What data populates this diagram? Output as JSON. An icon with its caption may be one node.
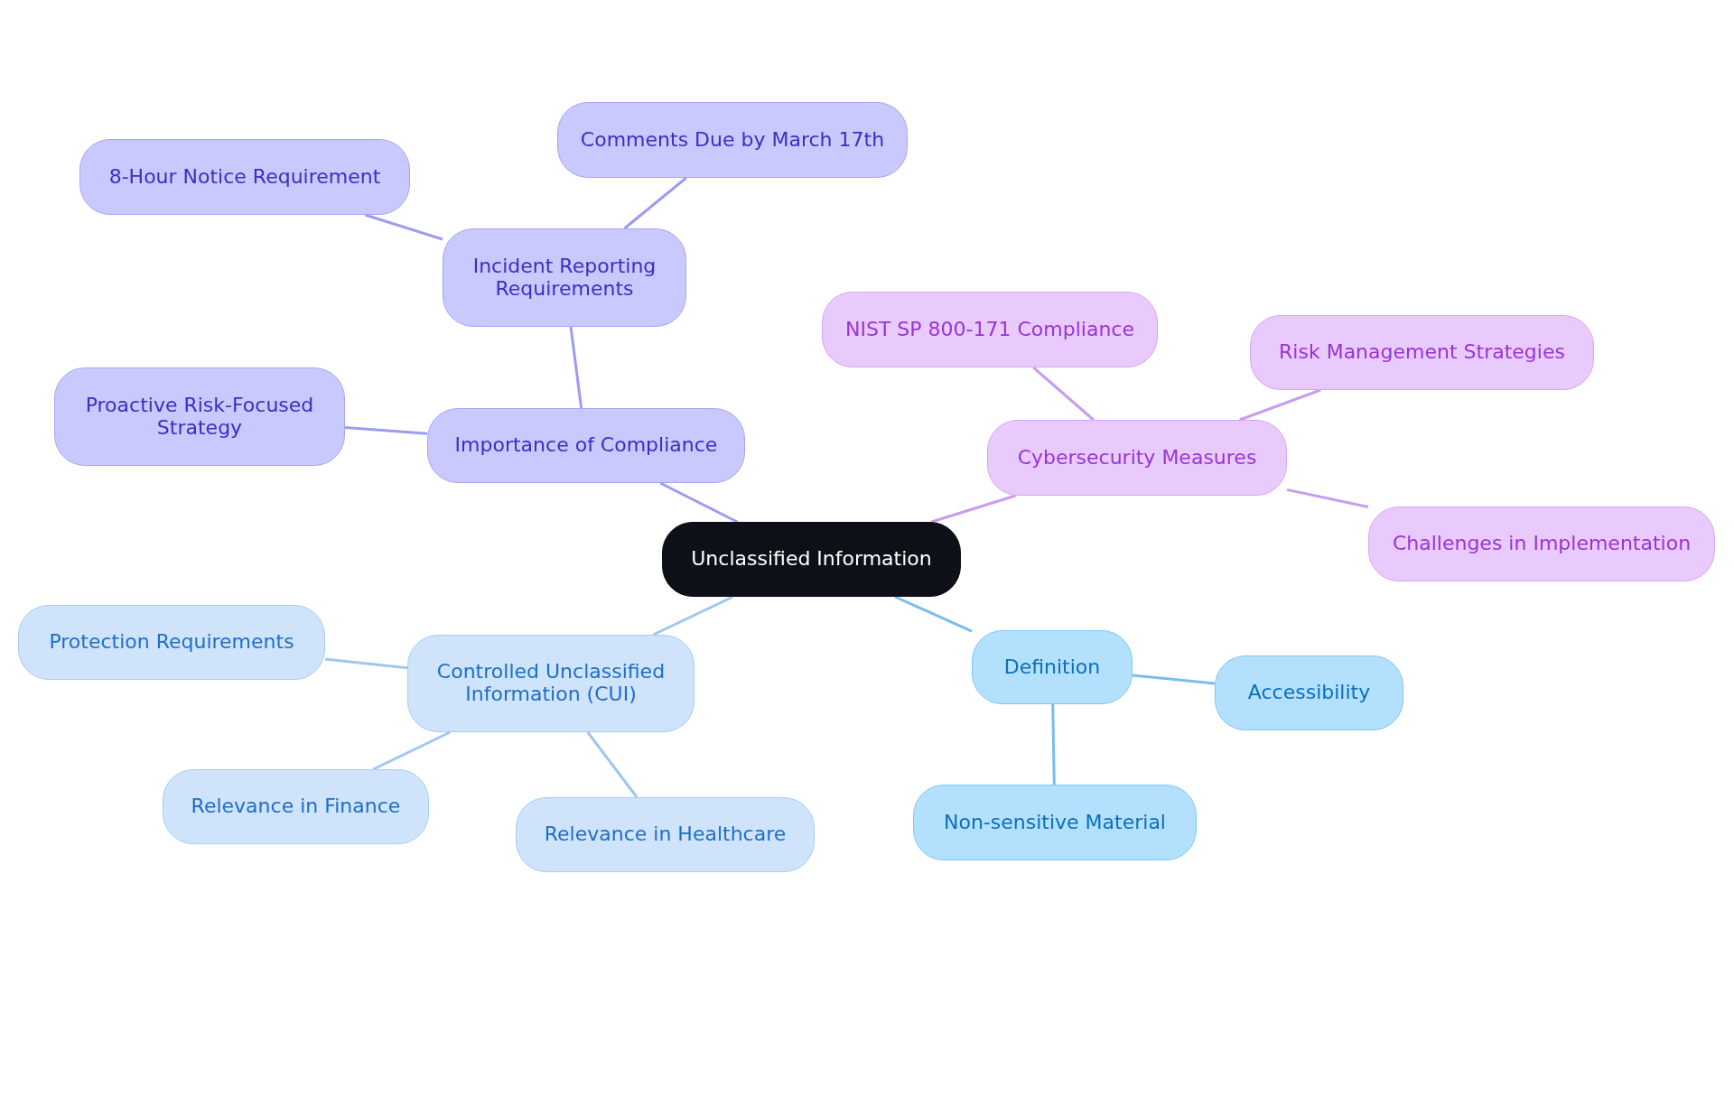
{
  "diagram": {
    "nodes": [
      {
        "text": [
          "Unclassified Information"
        ]
      },
      {
        "text": [
          "Importance of Compliance"
        ]
      },
      {
        "text": [
          "Incident Reporting Requirements"
        ]
      },
      {
        "text": [
          "Comments Due by March 17th"
        ]
      },
      {
        "text": [
          "8-Hour Notice Requirement"
        ]
      },
      {
        "text": [
          "Proactive Risk-Focused Strategy"
        ]
      },
      {
        "text": [
          "Cybersecurity Measures"
        ]
      },
      {
        "text": [
          "NIST SP 800-171 Compliance"
        ]
      },
      {
        "text": [
          "Risk Management Strategies"
        ]
      },
      {
        "text": [
          "Challenges in Implementation"
        ]
      },
      {
        "text": [
          "Controlled Unclassified Information (CUI)"
        ]
      },
      {
        "text": [
          "Protection Requirements"
        ]
      },
      {
        "text": [
          "Relevance in Finance"
        ]
      },
      {
        "text": [
          "Relevance in Healthcare"
        ]
      },
      {
        "text": [
          "Definition"
        ]
      },
      {
        "text": [
          "Accessibility"
        ]
      },
      {
        "text": [
          "Non-sensitive Material"
        ]
      }
    ],
    "edges": [
      {
        "from": 0,
        "to": 1,
        "arrow": "none",
        "color": "#9c9cf0"
      },
      {
        "from": 1,
        "to": 2,
        "arrow": "none",
        "color": "#9c9cf0"
      },
      {
        "from": 2,
        "to": 3,
        "arrow": "none",
        "color": "#9c9cf0"
      },
      {
        "from": 2,
        "to": 4,
        "arrow": "none",
        "color": "#9c9cf0"
      },
      {
        "from": 1,
        "to": 5,
        "arrow": "none",
        "color": "#9c9cf0"
      },
      {
        "from": 0,
        "to": 6,
        "arrow": "none",
        "color": "#c99cf0"
      },
      {
        "from": 6,
        "to": 7,
        "arrow": "none",
        "color": "#c99cf0"
      },
      {
        "from": 6,
        "to": 8,
        "arrow": "none",
        "color": "#c99cf0"
      },
      {
        "from": 6,
        "to": 9,
        "arrow": "none",
        "color": "#c99cf0"
      },
      {
        "from": 0,
        "to": 10,
        "arrow": "none",
        "color": "#9fc7f2"
      },
      {
        "from": 10,
        "to": 11,
        "arrow": "none",
        "color": "#9fc7f2"
      },
      {
        "from": 10,
        "to": 12,
        "arrow": "none",
        "color": "#9fc7f2"
      },
      {
        "from": 10,
        "to": 13,
        "arrow": "none",
        "color": "#9fc7f2"
      },
      {
        "from": 0,
        "to": 14,
        "arrow": "none",
        "color": "#78bdee"
      },
      {
        "from": 14,
        "to": 15,
        "arrow": "none",
        "color": "#78bdee"
      },
      {
        "from": 14,
        "to": 16,
        "arrow": "none",
        "color": "#78bdee"
      }
    ]
  }
}
